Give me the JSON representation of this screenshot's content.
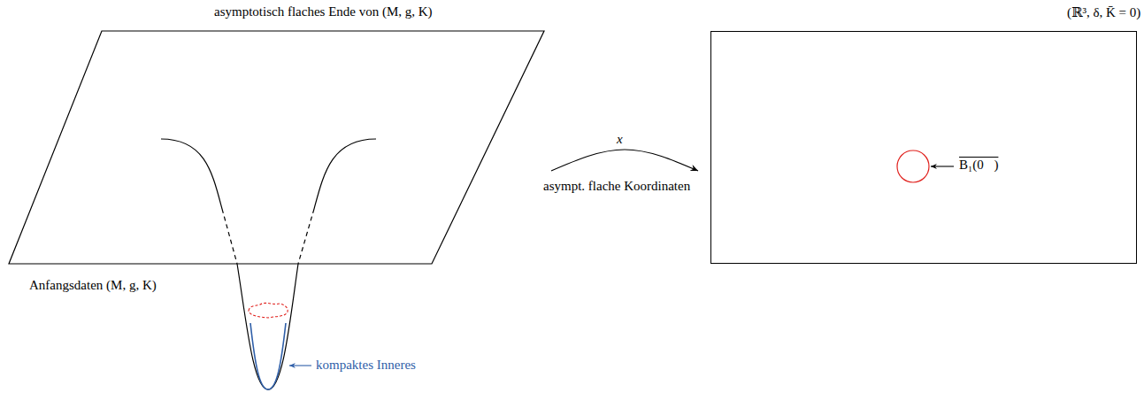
{
  "diagram": {
    "nodes": [
      {
        "text": [
          "asymptotisch flaches Ende von (M, g, K)"
        ]
      },
      {
        "text": [
          "(ℝ³, δ, K̄ = 0)"
        ]
      }
    ],
    "edges": [
      {
        "from": 0,
        "to": 1,
        "arrow": "to",
        "label": "x⃗"
      }
    ],
    "labels": [
      "Anfangsdaten (M, g, K)",
      "asympt. flache Koordinaten",
      "B₁(0⃗)",
      "kompaktes Inneres"
    ]
  }
}
